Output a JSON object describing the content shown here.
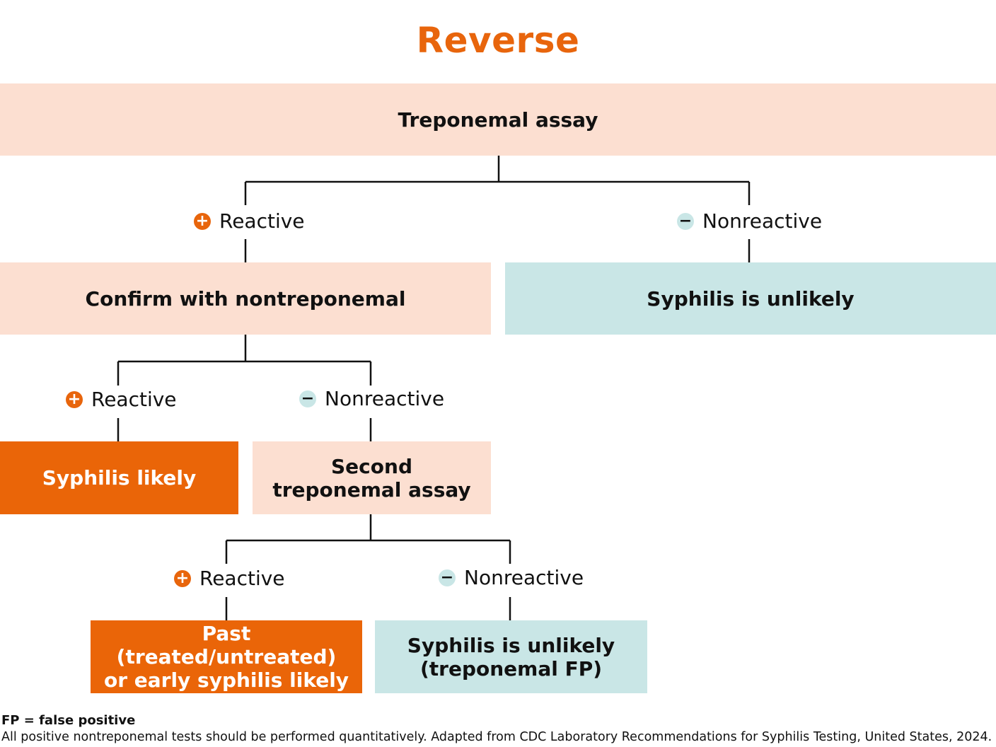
{
  "title": "Reverse",
  "boxes": {
    "treponemal_assay": "Treponemal assay",
    "confirm_nontreponemal": "Confirm with nontreponemal",
    "unlikely_top": "Syphilis is unlikely",
    "likely": "Syphilis likely",
    "second_assay_line1": "Second",
    "second_assay_line2": "treponemal assay",
    "past_line1": "Past (treated/untreated)",
    "past_line2": "or early syphilis likely",
    "unlikely_fp_line1": "Syphilis is unlikely",
    "unlikely_fp_line2": "(treponemal FP)"
  },
  "labels": {
    "reactive": "Reactive",
    "nonreactive": "Nonreactive"
  },
  "signs": {
    "plus": "+",
    "minus": "−"
  },
  "colors": {
    "accent_orange": "#e8650c",
    "peach": "#fcdfd1",
    "teal": "#c9e6e6"
  },
  "footnotes": {
    "abbreviation": "FP = false positive",
    "note": "All positive nontreponemal tests should be performed quantitatively. Adapted from CDC Laboratory Recommendations for Syphilis Testing, United States, 2024."
  }
}
